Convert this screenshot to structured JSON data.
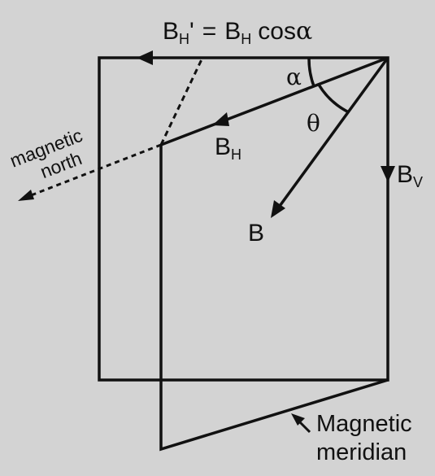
{
  "labels": {
    "formula": {
      "b1": "B",
      "s1": "H",
      "prime": "'",
      "eq": "=",
      "b2": "B",
      "s2": "H",
      "cos": "cos",
      "alpha": "α"
    },
    "alpha": "α",
    "theta": "θ",
    "bh": {
      "main": "B",
      "sub": "H"
    },
    "bv": {
      "main": "B",
      "sub": "V"
    },
    "b": "B",
    "magnetic_north": [
      "magnetic",
      "north"
    ],
    "magnetic_meridian": [
      "Magnetic",
      "meridian"
    ]
  },
  "colors": {
    "background": "#d3d3d3",
    "ink": "#111111"
  }
}
